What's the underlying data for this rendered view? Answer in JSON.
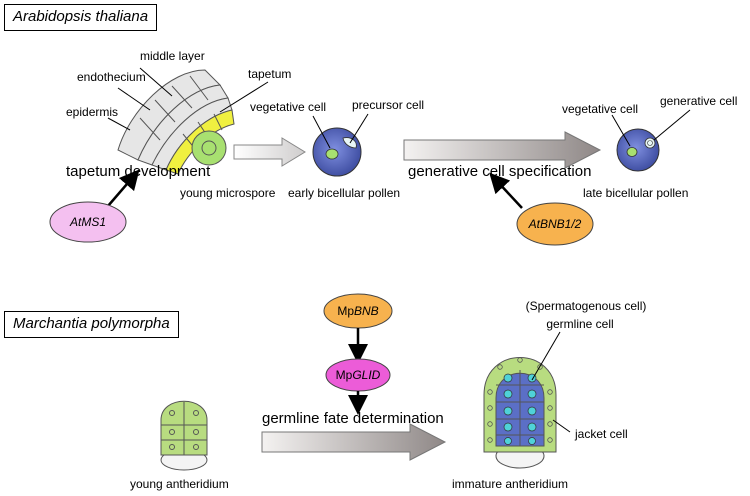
{
  "sections": {
    "arabidopsis": "Arabidopsis thaliana",
    "marchantia": "Marchantia polymorpha"
  },
  "labels": {
    "middle_layer": "middle layer",
    "endothecium": "endothecium",
    "tapetum": "tapetum",
    "epidermis": "epidermis",
    "tapetum_development": "tapetum development",
    "young_microspore": "young microspore",
    "vegetative_cell_1": "vegetative cell",
    "precursor_cell": "precursor cell",
    "early_bicellular_pollen": "early bicellular pollen",
    "generative_cell_specification": "generative cell specification",
    "vegetative_cell_2": "vegetative cell",
    "generative_cell": "generative cell",
    "late_bicellular_pollen": "late bicellular pollen",
    "spermatogenous_cell": "(Spermatogenous cell)",
    "germline_cell": "germline cell",
    "jacket_cell": "jacket cell",
    "germline_fate_determination": "germline fate determination",
    "young_antheridium": "young antheridium",
    "immature_antheridium": "immature antheridium"
  },
  "genes": {
    "atms1": "AtMS1",
    "atbnb": "AtBNB1/2",
    "mpbnb_prefix": "Mp",
    "mpbnb_name": "BNB",
    "mpglid_prefix": "Mp",
    "mpglid_name": "GLID"
  },
  "colors": {
    "atms1_fill": "#f4c0f0",
    "orange_fill": "#f7b24e",
    "magenta_fill": "#ec5cd8",
    "pollen_blue": "#5b6fc6",
    "pollen_green": "#a8e070",
    "tapetum_yellow": "#f0f040",
    "antheridium_green": "#b8dc80",
    "germ_cell_cyan": "#4fd2d8",
    "arrow_gray": "#a09a98"
  }
}
